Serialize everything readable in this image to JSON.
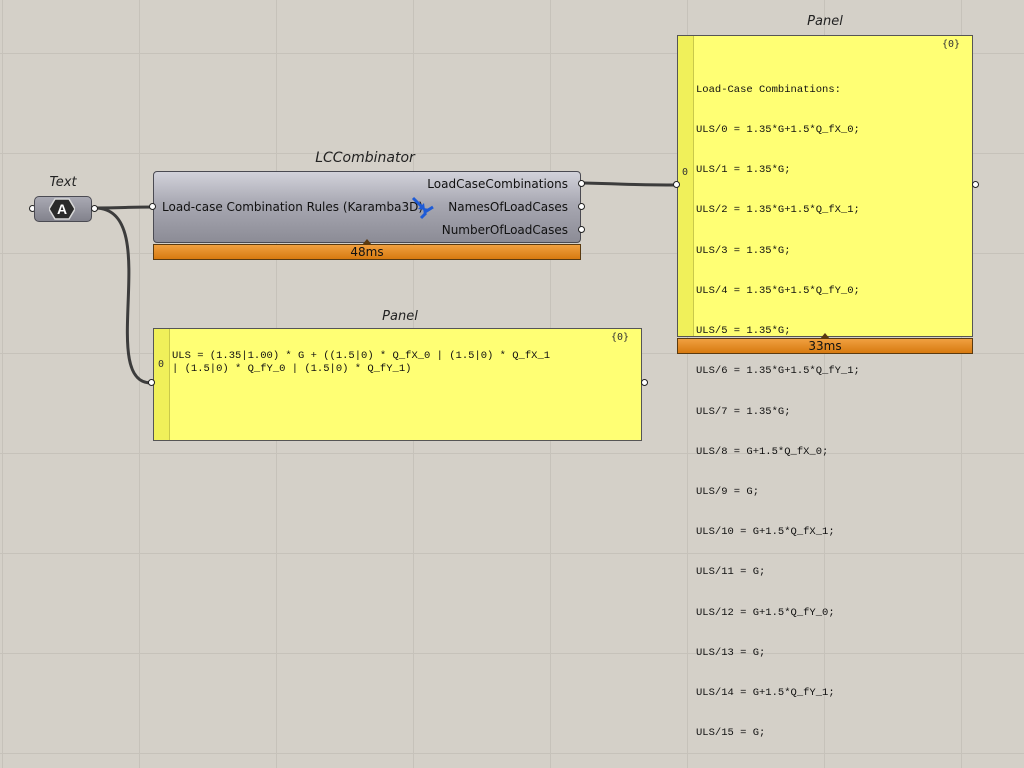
{
  "text_param": {
    "nickname": "Text",
    "glyph": "A"
  },
  "combinator": {
    "nickname": "LCCombinator",
    "input_label": "Load-case Combination Rules (Karamba3D)",
    "outputs": [
      "LoadCaseCombinations",
      "NamesOfLoadCases",
      "NumberOfLoadCases"
    ],
    "timer": "48ms"
  },
  "panel_bottom": {
    "nickname": "Panel",
    "count": "{0}",
    "index": "0",
    "text": "ULS = (1.35|1.00) * G + ((1.5|0) * Q_fX_0 | (1.5|0) * Q_fX_1\n| (1.5|0) * Q_fY_0 | (1.5|0) * Q_fY_1)"
  },
  "panel_right": {
    "nickname": "Panel",
    "count": "{0}",
    "index": "0",
    "timer": "33ms",
    "lines": [
      "Load-Case Combinations:",
      "ULS/0 = 1.35*G+1.5*Q_fX_0;",
      "ULS/1 = 1.35*G;",
      "ULS/2 = 1.35*G+1.5*Q_fX_1;",
      "ULS/3 = 1.35*G;",
      "ULS/4 = 1.35*G+1.5*Q_fY_0;",
      "ULS/5 = 1.35*G;",
      "ULS/6 = 1.35*G+1.5*Q_fY_1;",
      "ULS/7 = 1.35*G;",
      "ULS/8 = G+1.5*Q_fX_0;",
      "ULS/9 = G;",
      "ULS/10 = G+1.5*Q_fX_1;",
      "ULS/11 = G;",
      "ULS/12 = G+1.5*Q_fY_0;",
      "ULS/13 = G;",
      "ULS/14 = G+1.5*Q_fY_1;",
      "ULS/15 = G;"
    ]
  },
  "colors": {
    "canvas": "#d4d0c8",
    "panel_yellow": "#ffff74",
    "timer_orange": "#e98c24",
    "wire": "#404040"
  }
}
